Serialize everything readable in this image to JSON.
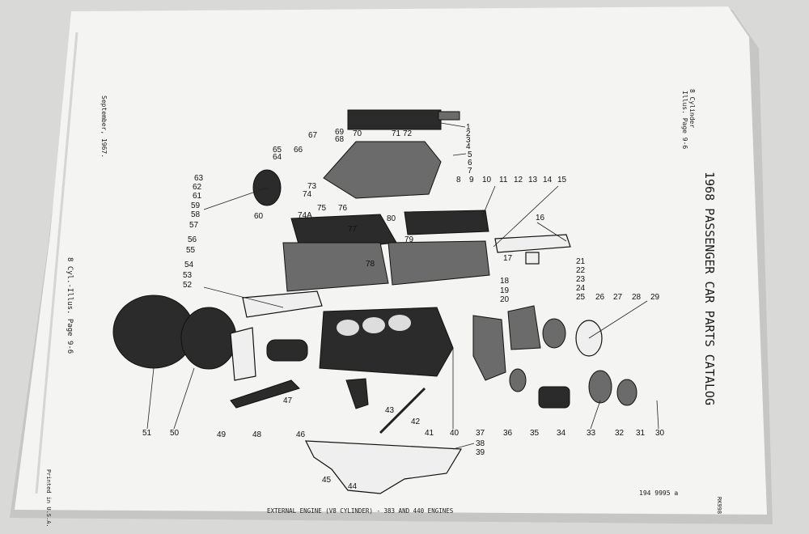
{
  "page": {
    "catalog_title": "1968 PASSENGER CAR PARTS CATALOG",
    "side_date": "September, 1967.",
    "side_ref_left": "8 Cyl.-Illus. Page 9-6",
    "side_ref_right_1": "8 Cylinder",
    "side_ref_right_2": "Illus. Page 9-6",
    "caption": "EXTERNAL ENGINE (V8 CYLINDER) - 383 AND 440 ENGINES",
    "print_note": "Printed in U.S.A.",
    "doc_number": "194 9995 a",
    "corner_code": "RK998",
    "callouts": [
      "1",
      "2",
      "3",
      "4",
      "5",
      "6",
      "7",
      "8",
      "9",
      "10",
      "11",
      "12",
      "13",
      "14",
      "15",
      "16",
      "17",
      "18",
      "19",
      "20",
      "21",
      "22",
      "23",
      "24",
      "25",
      "26",
      "27",
      "28",
      "29",
      "30",
      "31",
      "32",
      "33",
      "34",
      "35",
      "36",
      "37",
      "38",
      "39",
      "40",
      "41",
      "42",
      "43",
      "44",
      "45",
      "46",
      "47",
      "48",
      "49",
      "50",
      "51",
      "52",
      "53",
      "54",
      "55",
      "56",
      "57",
      "58",
      "59",
      "60",
      "61",
      "62",
      "63",
      "64",
      "65",
      "66",
      "67",
      "68",
      "69",
      "70",
      "71",
      "72",
      "73",
      "74",
      "74A",
      "75",
      "76",
      "77",
      "78",
      "79",
      "80"
    ]
  }
}
